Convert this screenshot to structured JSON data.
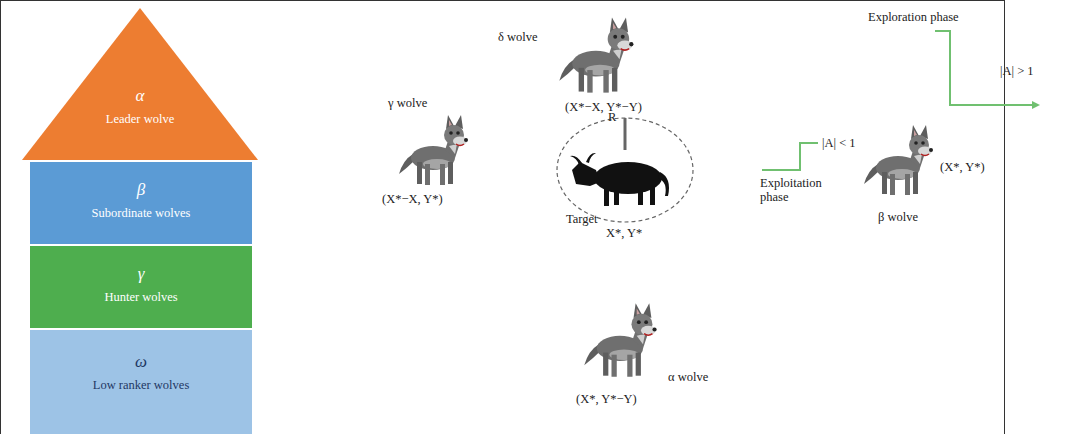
{
  "diagram": {
    "nodes": [
      {
        "text": [
          "α",
          "Leader wolve"
        ]
      },
      {
        "text": [
          "β",
          "Subordinate wolves"
        ]
      },
      {
        "text": [
          "γ",
          "Hunter wolves"
        ]
      },
      {
        "text": [
          "ω",
          "Low ranker wolves"
        ]
      }
    ],
    "labels": [
      "Exploration phase",
      "|A| > 1",
      "δ wolve",
      "(X*−X, Y*−Y)",
      "γ wolve",
      "R",
      "Target",
      "X*, Y*",
      "(X*−X, Y*)",
      "|A| < 1",
      "Exploitation phase",
      "(X*, Y*)",
      "β wolve",
      "α wolve",
      "(X*, Y*−Y)"
    ]
  }
}
